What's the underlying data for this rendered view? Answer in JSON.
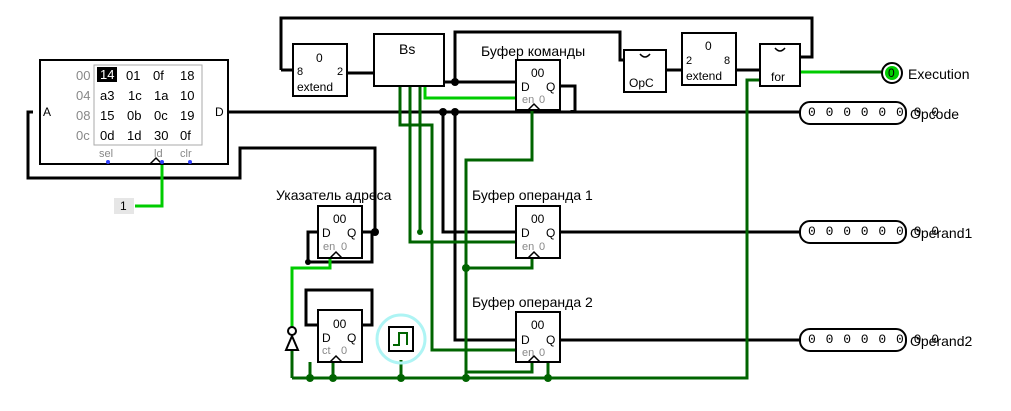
{
  "memory": {
    "addresses": [
      "00",
      "04",
      "08",
      "0c"
    ],
    "rows": [
      [
        "14",
        "01",
        "0f",
        "18"
      ],
      [
        "a3",
        "1c",
        "1a",
        "10"
      ],
      [
        "15",
        "0b",
        "0c",
        "19"
      ],
      [
        "0d",
        "1d",
        "30",
        "0f"
      ]
    ],
    "port_a": "A",
    "port_d": "D",
    "pin_sel": "sel",
    "pin_ld": "ld",
    "pin_clr": "clr"
  },
  "constant_one": "1",
  "extend1": {
    "top": "0",
    "in": "8",
    "out": "2",
    "label": "extend"
  },
  "bs_label": "Bs",
  "extend2": {
    "top": "0",
    "in": "2",
    "out": "8",
    "label": "extend"
  },
  "opc_label": "OpC",
  "for_label": "for",
  "labels": {
    "cmd_buffer": "Буфер команды",
    "addr_ptr": "Указатель адреса",
    "operand1_buffer": "Буфер операнда 1",
    "operand2_buffer": "Буфер операнда 2"
  },
  "register": {
    "value": "00",
    "d": "D",
    "q": "Q",
    "en": "en",
    "zero": "0",
    "ct": "ct"
  },
  "outputs": {
    "execution": {
      "value": "0",
      "label": "Execution"
    },
    "opcode": {
      "value": "0 0 0 0 0 0 0 0",
      "label": "Opcode"
    },
    "operand1": {
      "value": "0 0 0 0 0 0 0 0",
      "label": "Operand1"
    },
    "operand2": {
      "value": "0 0 0 0 0 0 0 0",
      "label": "Operand2"
    }
  },
  "colors": {
    "wire": "#000000",
    "active": "#00cc00",
    "low": "#006400",
    "bus": "#000000"
  }
}
